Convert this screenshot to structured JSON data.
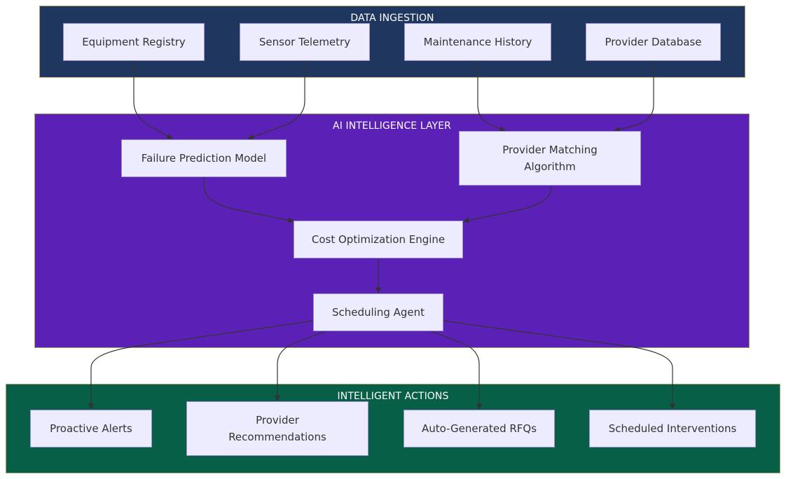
{
  "colors": {
    "ingestion_bg": "#1f375e",
    "intelligence_bg": "#5b21b6",
    "actions_bg": "#065f46",
    "node_fill": "#ececfe",
    "node_border": "#9c8fd6",
    "edge": "#333333"
  },
  "clusters": {
    "ingestion": {
      "title": "DATA INGESTION"
    },
    "intelligence": {
      "title": "AI INTELLIGENCE LAYER"
    },
    "actions": {
      "title": "INTELLIGENT ACTIONS"
    }
  },
  "nodes": {
    "equipment_registry": "Equipment Registry",
    "sensor_telemetry": "Sensor Telemetry",
    "maintenance_history": "Maintenance History",
    "provider_database": "Provider Database",
    "failure_prediction": "Failure Prediction Model",
    "provider_matching": "Provider Matching Algorithm",
    "cost_optimization": "Cost Optimization Engine",
    "scheduling_agent": "Scheduling Agent",
    "proactive_alerts": "Proactive Alerts",
    "provider_recommendations": "Provider Recommendations",
    "auto_rfqs": "Auto-Generated RFQs",
    "scheduled_interventions": "Scheduled Interventions"
  },
  "edges": [
    [
      "equipment_registry",
      "failure_prediction"
    ],
    [
      "sensor_telemetry",
      "failure_prediction"
    ],
    [
      "maintenance_history",
      "provider_matching"
    ],
    [
      "provider_database",
      "provider_matching"
    ],
    [
      "failure_prediction",
      "cost_optimization"
    ],
    [
      "provider_matching",
      "cost_optimization"
    ],
    [
      "cost_optimization",
      "scheduling_agent"
    ],
    [
      "scheduling_agent",
      "proactive_alerts"
    ],
    [
      "scheduling_agent",
      "provider_recommendations"
    ],
    [
      "scheduling_agent",
      "auto_rfqs"
    ],
    [
      "scheduling_agent",
      "scheduled_interventions"
    ]
  ]
}
